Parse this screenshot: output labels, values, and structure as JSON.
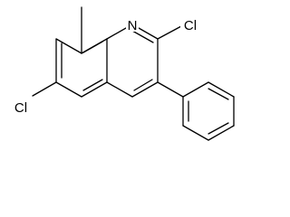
{
  "molecule": {
    "atoms": {
      "n1": "N",
      "cl2": "Cl",
      "cl6": "Cl"
    },
    "colors": {
      "bond": "#000000",
      "label": "#000000",
      "background": "#ffffff"
    }
  }
}
